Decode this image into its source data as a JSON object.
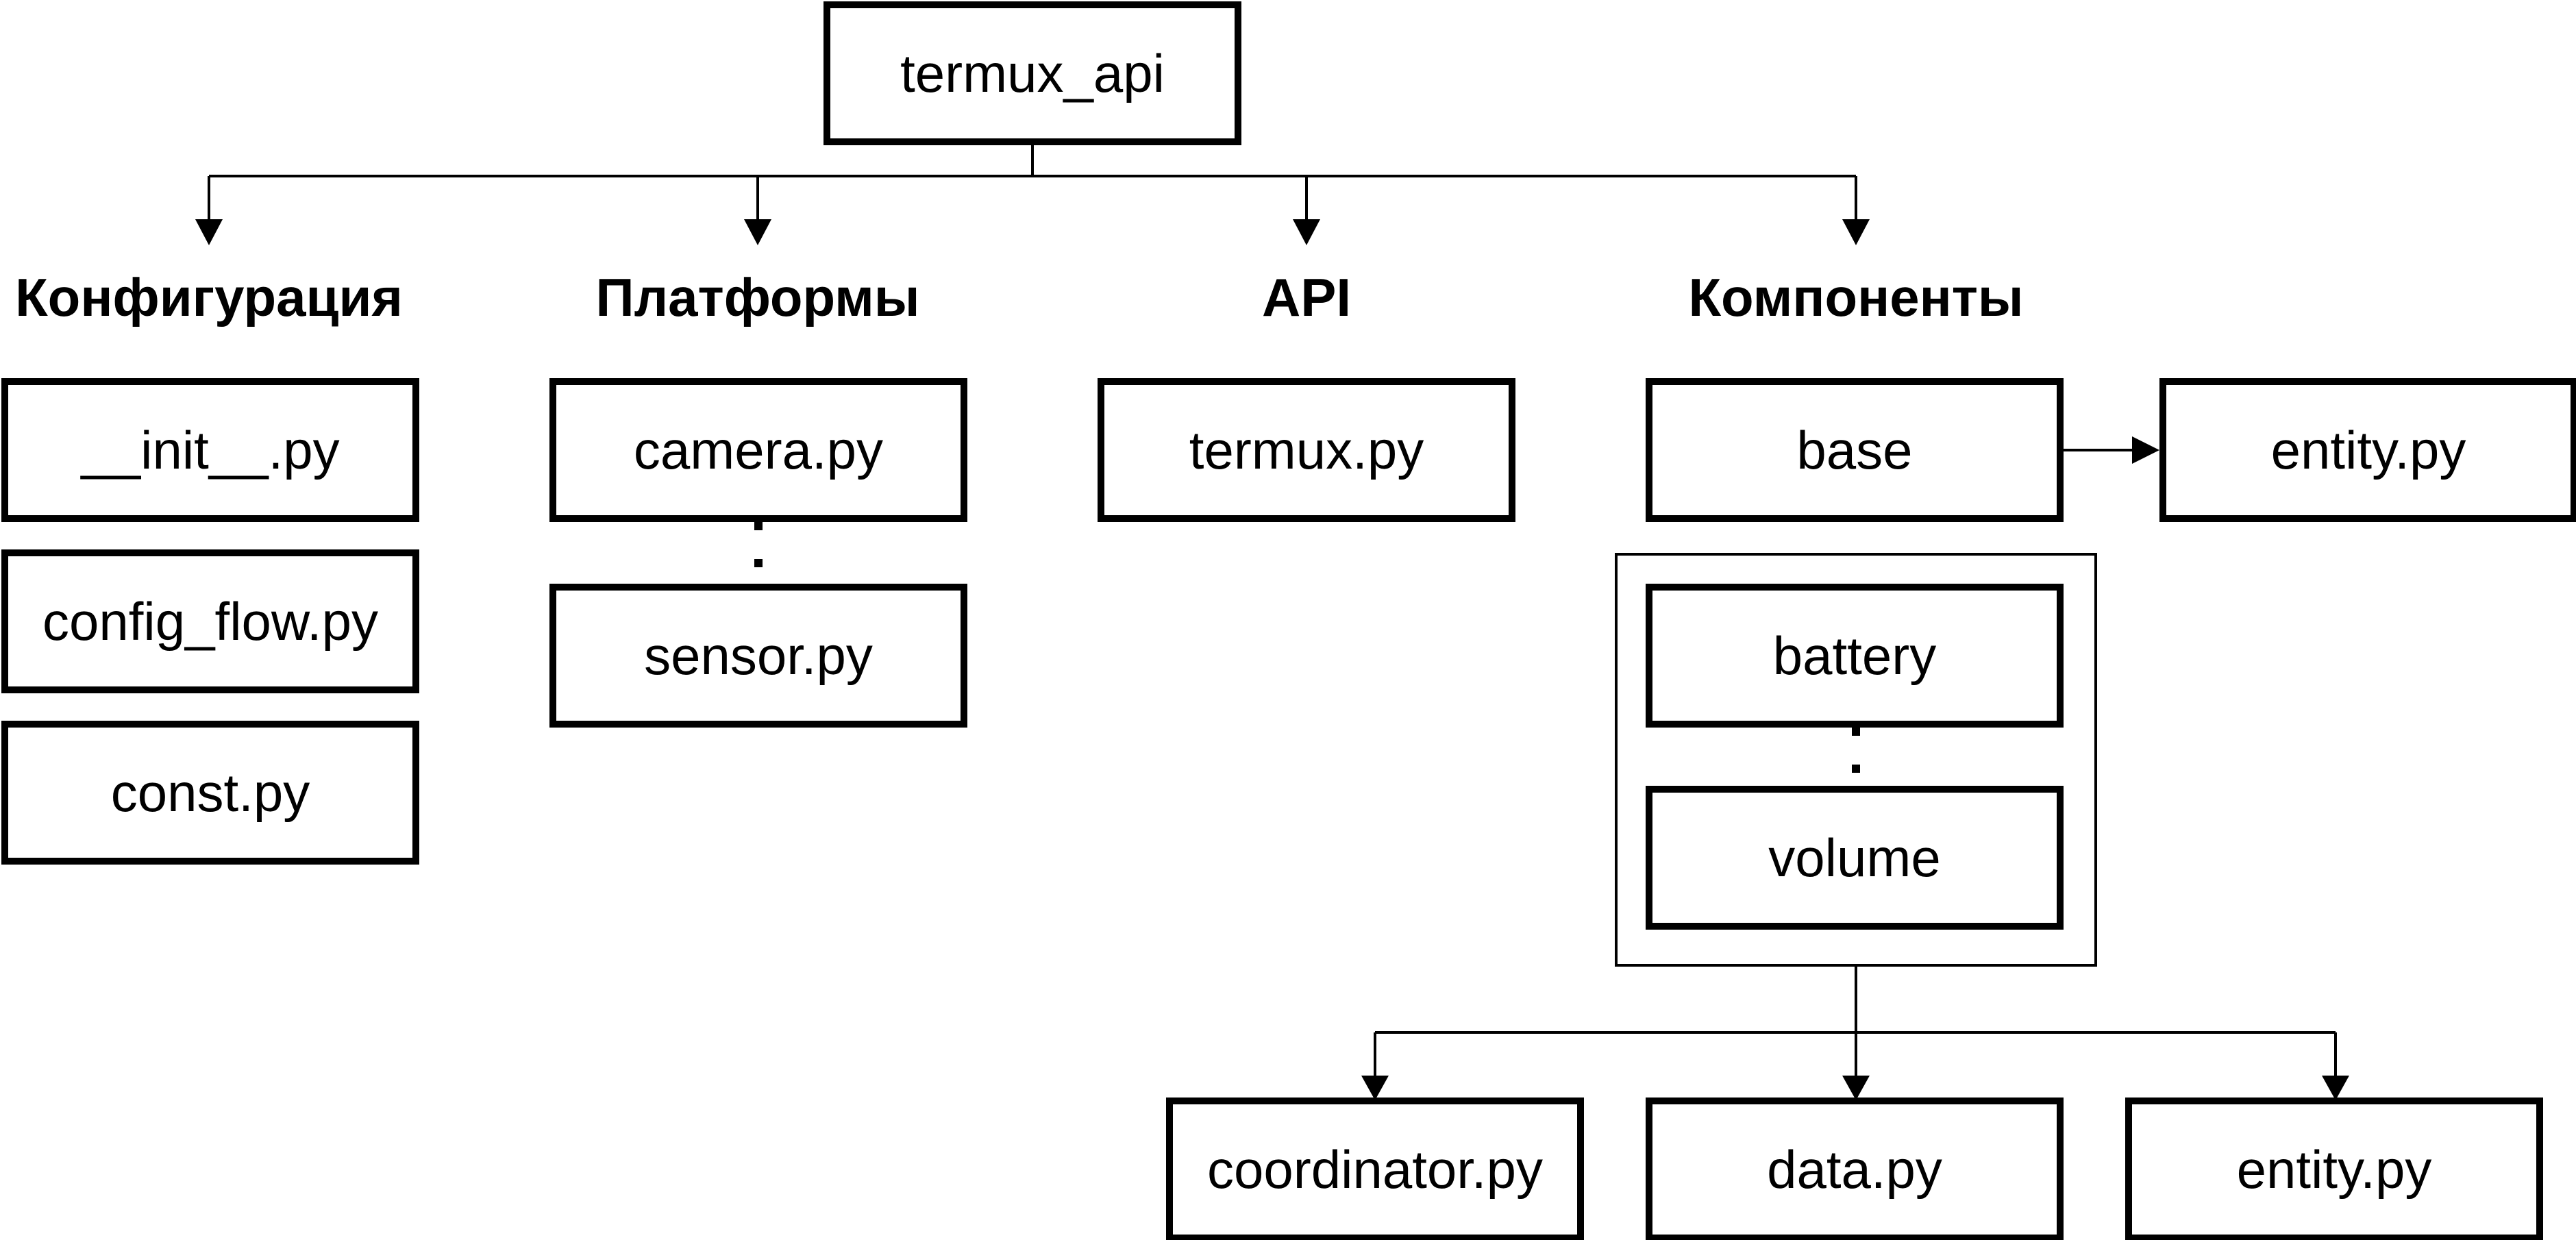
{
  "root": {
    "label": "termux_api"
  },
  "groups": [
    {
      "id": "config",
      "heading": "Конфигурация",
      "items": [
        "__init__.py",
        "config_flow.py",
        "const.py"
      ]
    },
    {
      "id": "platforms",
      "heading": "Платформы",
      "items": [
        "camera.py",
        "sensor.py"
      ]
    },
    {
      "id": "api",
      "heading": "API",
      "items": [
        "termux.py"
      ]
    },
    {
      "id": "components",
      "heading": "Компоненты",
      "items": [
        "base",
        "entity.py"
      ],
      "group_items": [
        "battery",
        "volume"
      ],
      "children": [
        "coordinator.py",
        "data.py",
        "entity.py"
      ]
    }
  ]
}
